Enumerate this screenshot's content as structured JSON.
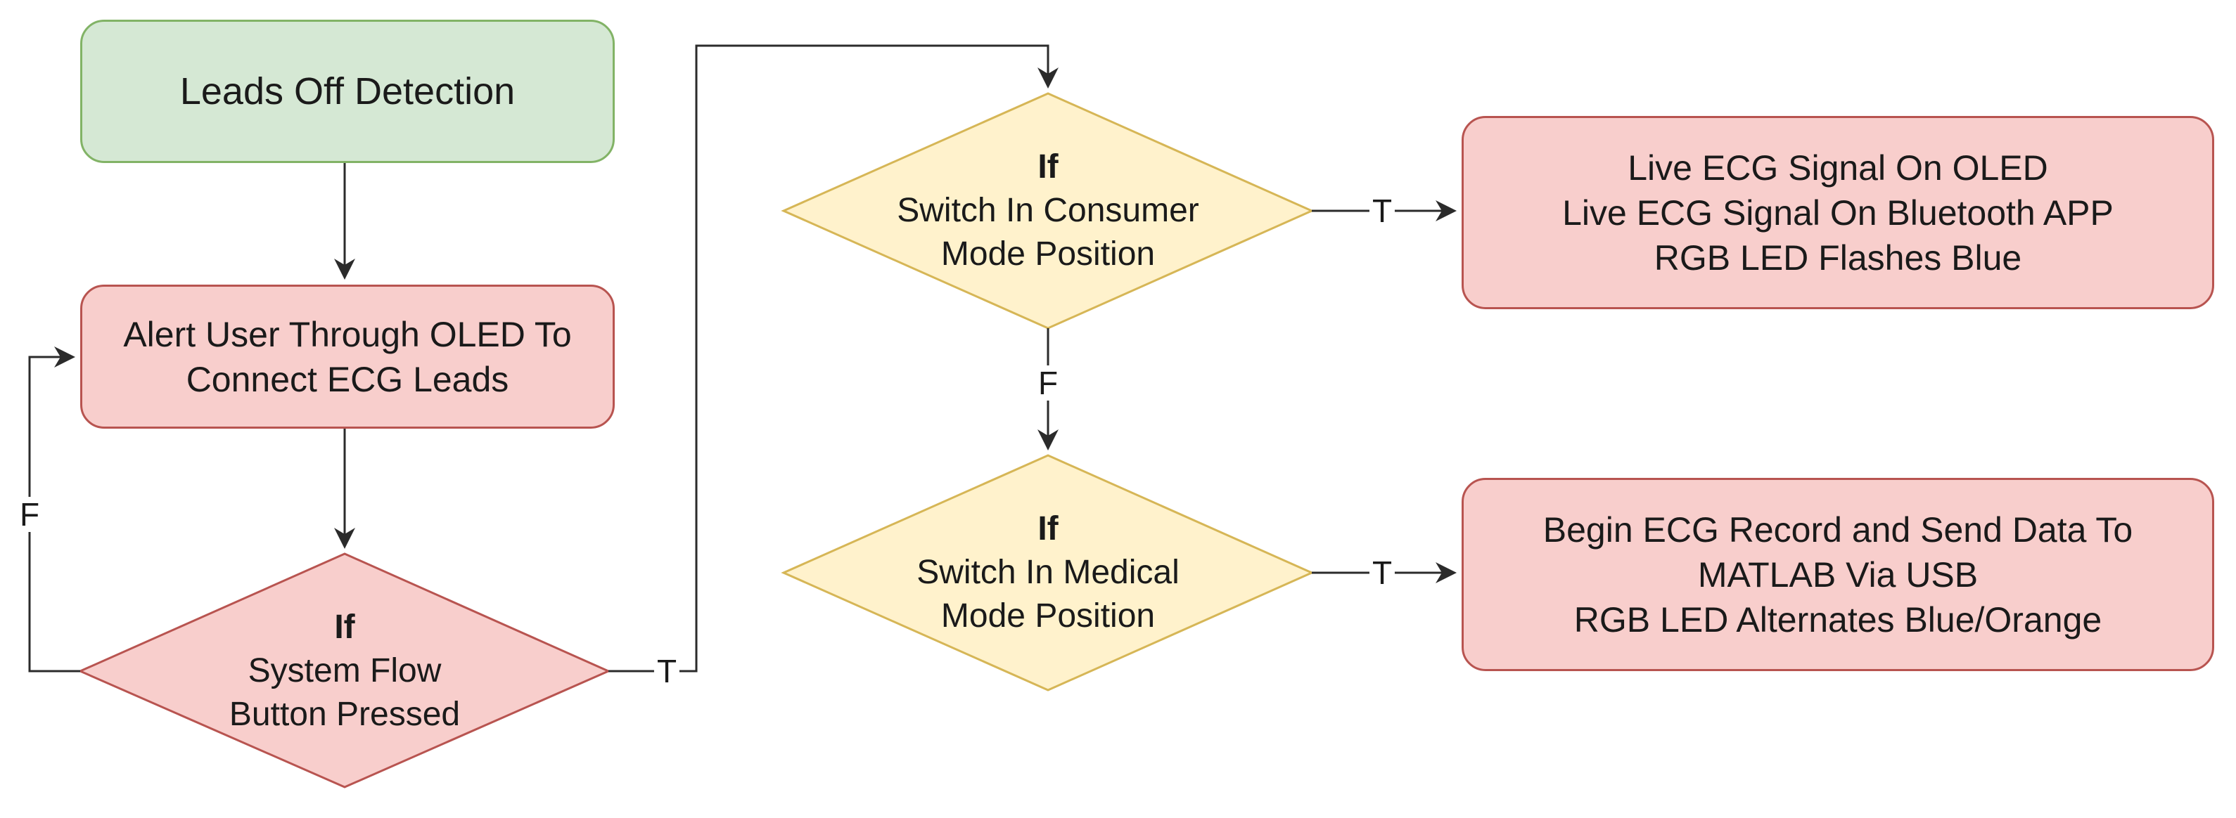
{
  "colors": {
    "start_fill": "#d5e8d4",
    "start_stroke": "#82b366",
    "process_fill": "#f8cecc",
    "process_stroke": "#b85450",
    "decision_fill": "#fff2cc",
    "decision_stroke": "#d6b656",
    "edge": "#2b2b2b"
  },
  "nodes": {
    "start": {
      "lines": [
        "Leads Off Detection"
      ]
    },
    "alert": {
      "lines": [
        "Alert User Through OLED To",
        "Connect ECG Leads"
      ]
    },
    "decision_button": {
      "keyword": "If",
      "lines": [
        "System Flow",
        "Button Pressed"
      ]
    },
    "decision_consumer": {
      "keyword": "If",
      "lines": [
        "Switch In Consumer",
        "Mode Position"
      ]
    },
    "decision_medical": {
      "keyword": "If",
      "lines": [
        "Switch In Medical",
        "Mode Position"
      ]
    },
    "consumer_action": {
      "lines": [
        "Live ECG Signal On OLED",
        "Live ECG Signal On Bluetooth APP",
        "RGB LED Flashes Blue"
      ]
    },
    "medical_action": {
      "lines": [
        "Begin ECG Record and Send Data To",
        "MATLAB Via USB",
        "RGB LED Alternates Blue/Orange"
      ]
    }
  },
  "edge_labels": {
    "button_false": "F",
    "button_true": "T",
    "consumer_true": "T",
    "consumer_false": "F",
    "medical_true": "T"
  }
}
